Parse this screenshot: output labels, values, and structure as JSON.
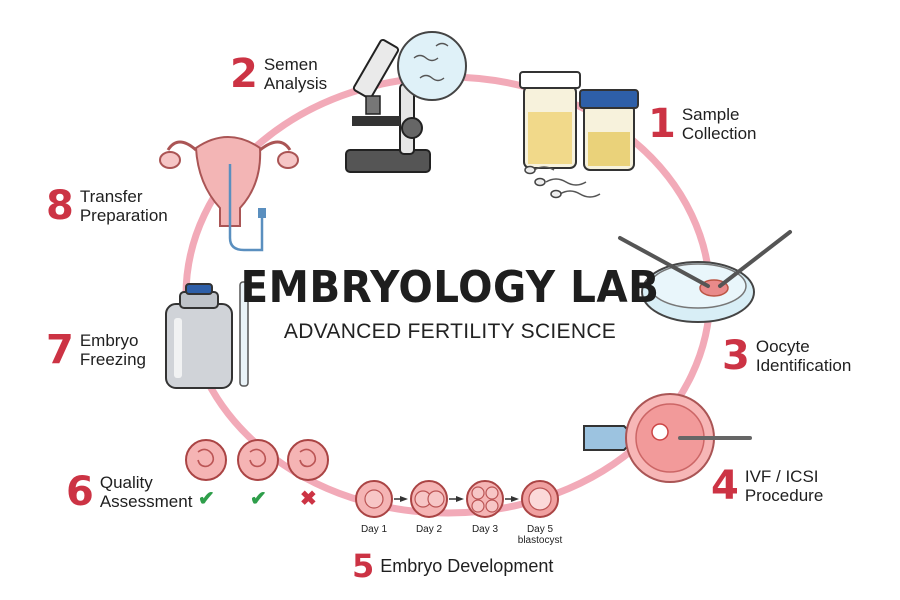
{
  "title": "EMBRYOLOGY LAB",
  "subtitle": "ADVANCED FERTILITY SCIENCE",
  "steps": [
    {
      "number": "1",
      "label": "Sample\nCollection",
      "icon": "specimen-cups-icon"
    },
    {
      "number": "2",
      "label": "Semen\nAnalysis",
      "icon": "microscope-icon"
    },
    {
      "number": "3",
      "label": "Oocyte\nIdentification",
      "icon": "petri-dish-icon"
    },
    {
      "number": "4",
      "label": "IVF / ICSI\nProcedure",
      "icon": "icsi-pipette-icon"
    },
    {
      "number": "5",
      "label": "Embryo Development",
      "icon": "embryo-stages-icon"
    },
    {
      "number": "6",
      "label": "Quality\nAssessment",
      "icon": "embryo-grading-icon"
    },
    {
      "number": "7",
      "label": "Embryo\nFreezing",
      "icon": "cryo-tank-icon"
    },
    {
      "number": "8",
      "label": "Transfer\nPreparation",
      "icon": "uterus-catheter-icon"
    }
  ],
  "development_days": [
    "Day 1",
    "Day 2",
    "Day 3",
    "Day 5\nblastocyst"
  ],
  "assessment_marks": [
    "✔",
    "✔",
    "✖"
  ],
  "colors": {
    "cycle_ring": "#f2aab8",
    "step_number": "#cc3344",
    "check": "#2e9e4a",
    "cross": "#cc3344"
  }
}
